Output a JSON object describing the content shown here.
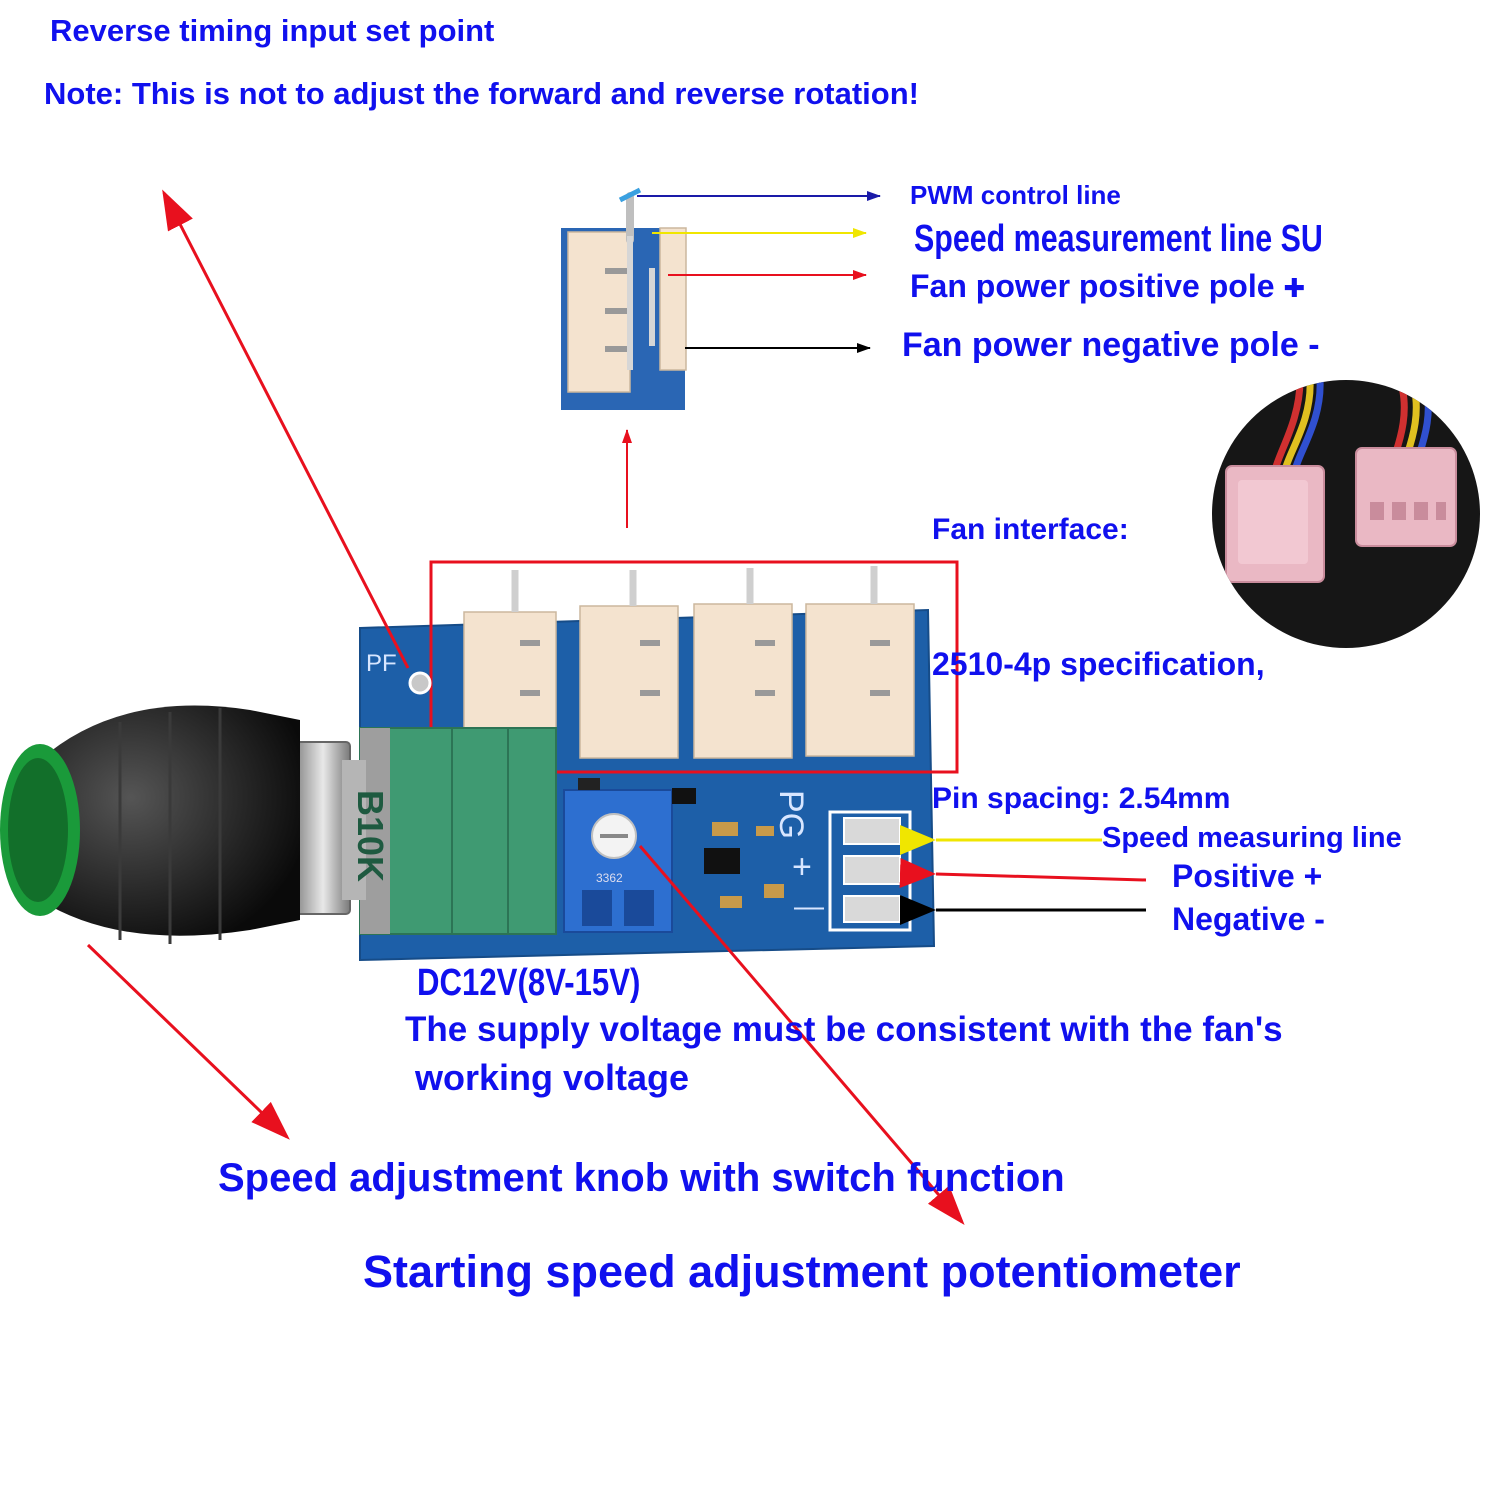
{
  "header": {
    "reverse_timing": "Reverse timing input set point",
    "note": "Note: This is not to adjust the forward and reverse rotation!"
  },
  "pinout": {
    "pwm": "PWM control line",
    "speed": "Speed measurement line SU",
    "positive": "Fan power positive pole",
    "positive_symbol": "✚",
    "negative": "Fan power negative pole -"
  },
  "fan_interface": {
    "title": "Fan interface:",
    "spec": "2510-4p specification,",
    "pin_spacing": "Pin spacing: 2.54mm"
  },
  "power_terminal": {
    "speed_line": "Speed measuring line",
    "positive": "Positive +",
    "negative": "Negative -"
  },
  "power": {
    "voltage": "DC12V(8V-15V)",
    "note_line1": "The supply voltage  must be consistent with the fan's",
    "note_line2": "working voltage"
  },
  "knob_label": "Speed adjustment knob with switch function",
  "pot_label": "Starting speed adjustment potentiometer",
  "board_marks": {
    "pf": "PF",
    "pot_value": "B10K",
    "trimmer_code": "3362",
    "pg": "PG",
    "minus": "—",
    "plus": "+"
  },
  "colors": {
    "label_text": "#1010ee",
    "pcb": "#1d5fa8",
    "arrow_red": "#e8101e",
    "arrow_blue": "#1a1aa8",
    "arrow_yellow": "#f0e600",
    "arrow_black": "#000000",
    "connector": "#f4e3cf",
    "pot_green": "#3f9a72",
    "knob_green": "#1a9a3a"
  }
}
